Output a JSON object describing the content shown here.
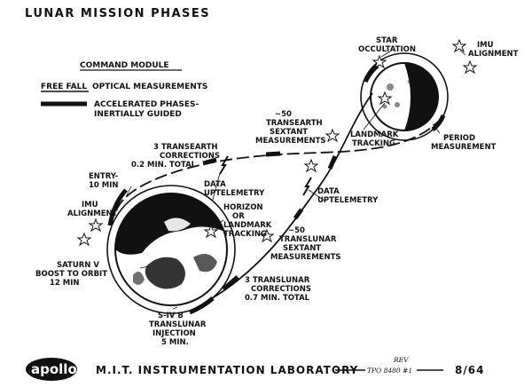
{
  "title": "LUNAR MISSION PHASES",
  "legend": {
    "heading": "COMMAND MODULE",
    "free_fall": "FREE FALL",
    "free_fall_desc": "OPTICAL MEASUREMENTS",
    "accelerated_line1": "ACCELERATED PHASES-",
    "accelerated_line2": "INERTIALLY GUIDED"
  },
  "labels": {
    "star_occultation": [
      "STAR",
      "OCCULTATION"
    ],
    "imu_alignment_moon": [
      "IMU",
      "ALIGNMENT"
    ],
    "transearth_sextant": [
      "~50",
      "TRANSEARTH",
      "SEXTANT",
      "MEASUREMENTS"
    ],
    "landmark_tracking_moon": [
      "LANDMARK",
      "TRACKING"
    ],
    "period_measurement": [
      "PERIOD",
      "MEASUREMENT"
    ],
    "transearth_corrections": [
      "3 TRANSEARTH",
      "CORRECTIONS",
      "0.2 MIN. TOTAL"
    ],
    "entry": [
      "ENTRY-",
      "10 MIN"
    ],
    "data_uptelemetry_1": [
      "DATA",
      "UPTELEMETRY"
    ],
    "data_uptelemetry_2": [
      "DATA",
      "UPTELEMETRY"
    ],
    "imu_alignment_earth": [
      "IMU",
      "ALIGNMENT"
    ],
    "horizon_landmark": [
      "HORIZON",
      "OR",
      "LANDMARK",
      "TRACKING"
    ],
    "translunar_sextant": [
      "~50",
      "TRANSLUNAR",
      "SEXTANT",
      "MEASUREMENTS"
    ],
    "saturn_boost": [
      "SATURN V",
      "BOOST TO ORBIT",
      "12 MIN"
    ],
    "translunar_corrections": [
      "3 TRANSLUNAR",
      "CORRECTIONS",
      "0.7 MIN. TOTAL"
    ],
    "sivb_injection": [
      "S-IV B",
      "TRANSLUNAR",
      "INJECTION",
      "5 MIN."
    ]
  },
  "footer": {
    "logo": "apollo",
    "lab": "M.I.T. INSTRUMENTATION LABORATORY",
    "rev_line1": "REV",
    "rev_line2": "TPO 8480 #1",
    "date": "8/64"
  }
}
